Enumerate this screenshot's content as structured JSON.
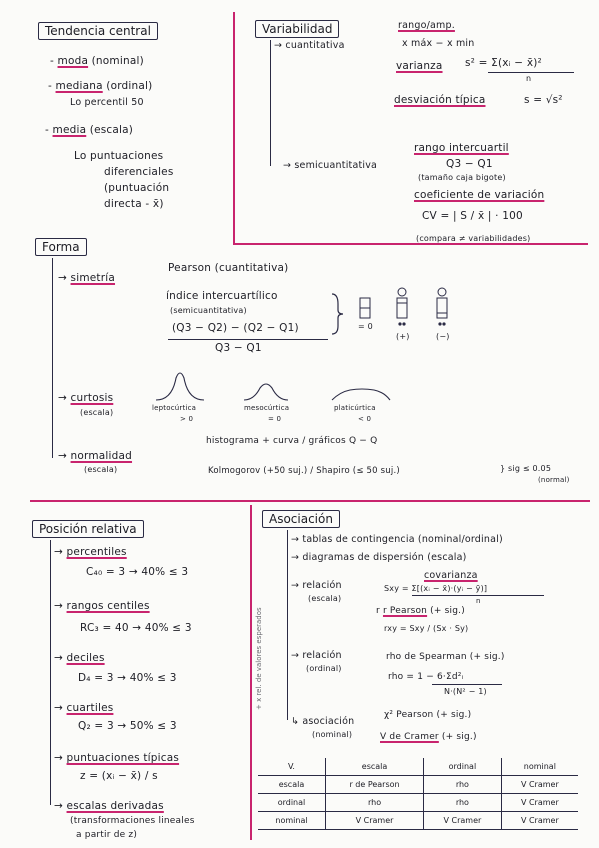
{
  "tendencia": {
    "title": "Tendencia central",
    "moda": "moda",
    "moda_note": "(nominal)",
    "mediana": "mediana",
    "mediana_note": "(ordinal)",
    "percentil": "Lo percentil 50",
    "media": "media",
    "media_note": "(escala)",
    "punt1": "Lo puntuaciones",
    "punt2": "diferenciales",
    "punt3": "(puntuación",
    "punt4": "directa  - x̄)"
  },
  "variabilidad": {
    "title": "Variabilidad",
    "cuantitativa": "cuantitativa",
    "rango_amp": "rango/amp.",
    "rango_formula": "x máx − x min",
    "varianza": "varianza",
    "varianza_formula": "s² = Σ(xᵢ − x̄)²",
    "varianza_den": "n",
    "desviacion": "desviación típica",
    "desviacion_formula": "s = √s²",
    "semicuantitativa": "semicuantitativa",
    "rango_inter": "rango intercuartil",
    "rango_inter_formula": "Q3 − Q1",
    "rango_inter_note": "(tamaño caja bigote)",
    "coef": "coeficiente de variación",
    "coef_formula": "CV = | S / x̄ | · 100",
    "coef_note": "(compara ≠ variabilidades)"
  },
  "forma": {
    "title": "Forma",
    "simetria": "simetría",
    "pearson": "Pearson (cuantitativa)",
    "indice": "índice intercuartílico",
    "indice_note": "(semicuantitativa)",
    "indice_num": "(Q3 − Q2) − (Q2 − Q1)",
    "indice_den": "Q3 − Q1",
    "sym_zero": "= 0",
    "sym_pos": "(+)",
    "sym_neg": "(−)",
    "curtosis": "curtosis",
    "curtosis_note": "(escala)",
    "lepto": "leptocúrtica",
    "lepto_v": "> 0",
    "meso": "mesocúrtica",
    "meso_v": "= 0",
    "plati": "platicúrtica",
    "plati_v": "< 0",
    "normalidad": "normalidad",
    "normalidad_note": "(escala)",
    "histograma": "histograma + curva  /  gráficos Q − Q",
    "kolmo": "Kolmogorov (+50 suj.)  /  Shapiro (≤ 50 suj.)",
    "sig": "} sig ≤ 0.05",
    "sig_note": "(normal)"
  },
  "posicion": {
    "title": "Posición relativa",
    "percentiles": "percentiles",
    "percentiles_ex": "C₄₀ = 3 → 40% ≤ 3",
    "rangos": "rangos centiles",
    "rangos_ex": "RC₃ = 40 → 40% ≤ 3",
    "deciles": "deciles",
    "deciles_ex": "D₄ = 3 → 40% ≤ 3",
    "cuartiles": "cuartiles",
    "cuartiles_ex": "Q₂ = 3 → 50% ≤ 3",
    "tipicas": "puntuaciones típicas",
    "tipicas_ex": "z = (xᵢ − x̄) / s",
    "derivadas": "escalas derivadas",
    "derivadas_note1": "(transformaciones lineales",
    "derivadas_note2": "a partir de z)"
  },
  "asociacion": {
    "title": "Asociación",
    "vertical": "+ x rel. de valores esperados",
    "tablas": "tablas de contingencia (nominal/ordinal)",
    "diagramas": "diagramas de dispersión (escala)",
    "relacion_escala": "relación",
    "relacion_escala_note": "(escala)",
    "covarianza": "covarianza",
    "covarianza_formula": "Sxy = Σ[(xᵢ − x̄)·(yᵢ − ȳ)]",
    "covarianza_den": "n",
    "r_pearson": "r Pearson",
    "r_pearson_note": "(+ sig.)",
    "r_formula": "rxy = Sxy / (Sx · Sy)",
    "relacion_ord": "relación",
    "relacion_ord_note": "(ordinal)",
    "rho_spearman": "rho de Spearman  (+ sig.)",
    "rho_formula": "rho = 1 − 6·Σd²ᵢ",
    "rho_den": "N·(N² − 1)",
    "asoc_nom": "asociación",
    "asoc_nom_note": "(nominal)",
    "chi": "χ² Pearson (+ sig.)",
    "cramer": "V de Cramer",
    "cramer_note": "(+ sig.)",
    "table": {
      "header": [
        "V.",
        "escala",
        "ordinal",
        "nominal"
      ],
      "rows": [
        [
          "escala",
          "r de Pearson",
          "rho",
          "V Cramer"
        ],
        [
          "ordinal",
          "rho",
          "rho",
          "V Cramer"
        ],
        [
          "nominal",
          "V Cramer",
          "V Cramer",
          "V Cramer"
        ]
      ]
    }
  },
  "colors": {
    "ink": "#1c1c24",
    "accent": "#c8246e",
    "box": "#2a2a44"
  }
}
